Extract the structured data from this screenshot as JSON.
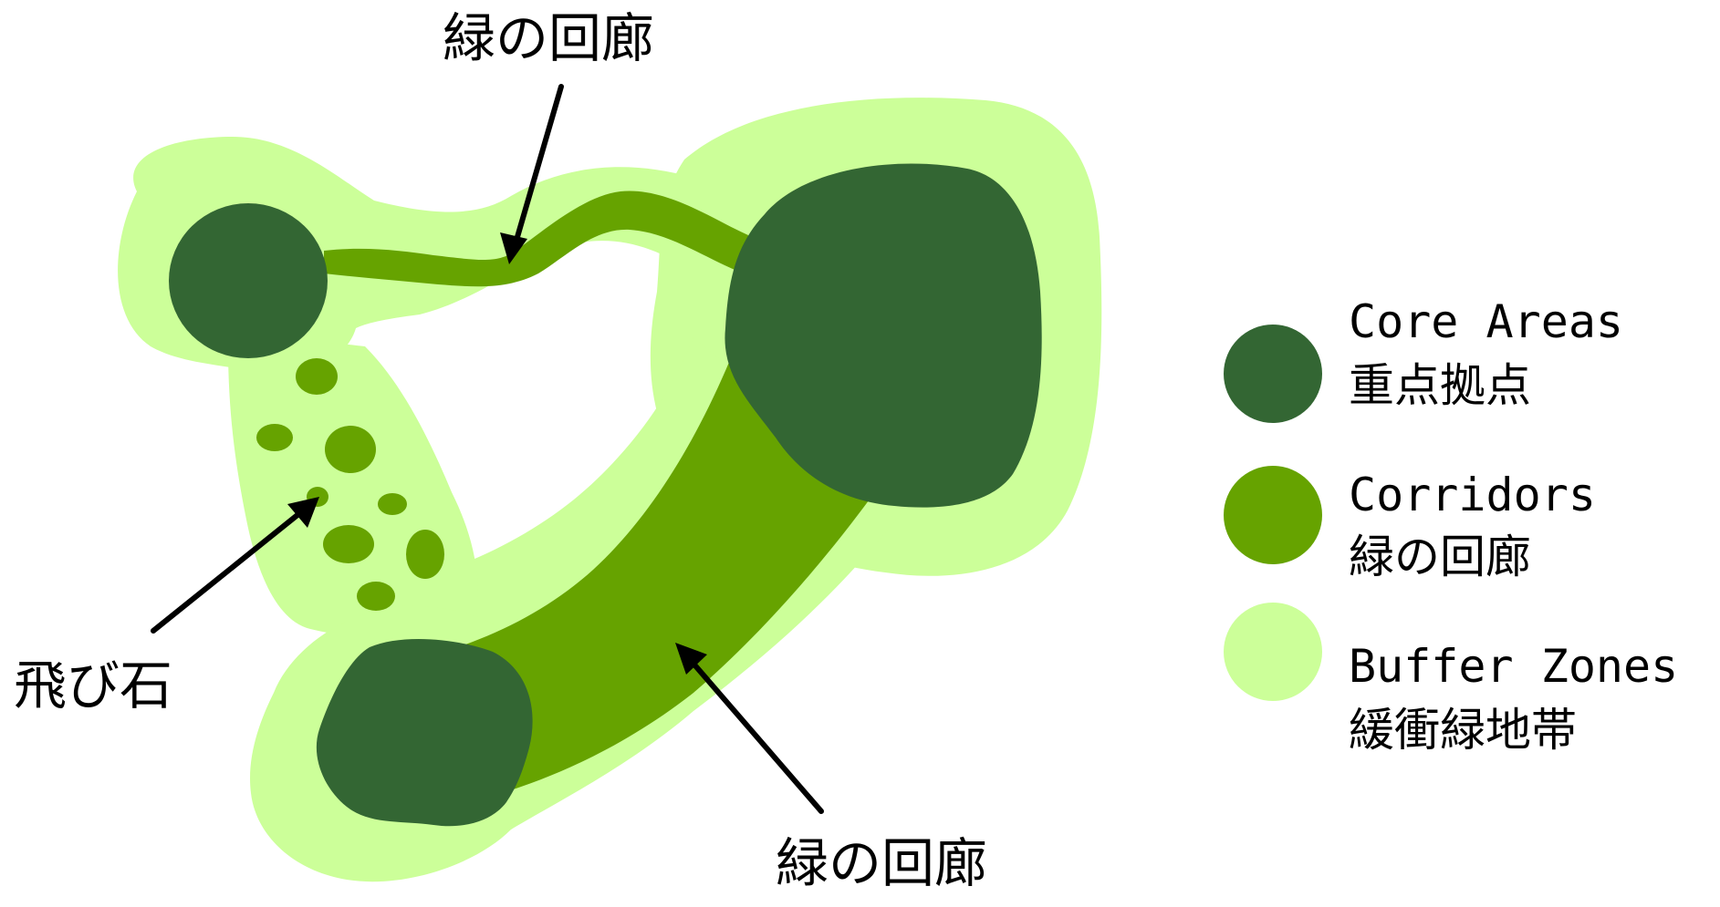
{
  "colors": {
    "core": "#336633",
    "corridor": "#66a300",
    "buffer": "#ccff99"
  },
  "labels": {
    "corridor_top": "緑の回廊",
    "corridor_bottom": "緑の回廊",
    "stepping_stones": "飛び石"
  },
  "legend": [
    {
      "key": "core",
      "en": "Core Areas",
      "ja": "重点拠点"
    },
    {
      "key": "corridor",
      "en": "Corridors",
      "ja": "緑の回廊"
    },
    {
      "key": "buffer",
      "en": "Buffer Zones",
      "ja": "緩衝緑地帯"
    }
  ]
}
